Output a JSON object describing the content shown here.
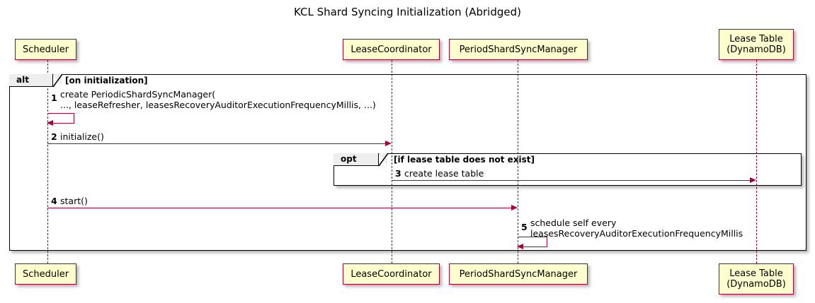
{
  "diagram": {
    "title": "KCL Shard Syncing Initialization (Abridged)",
    "type": "uml-sequence-diagram"
  },
  "participants": [
    {
      "id": "scheduler",
      "label": "Scheduler"
    },
    {
      "id": "lease_coordinator",
      "label": "LeaseCoordinator"
    },
    {
      "id": "period_shard_sync_manager",
      "label": "PeriodShardSyncManager"
    },
    {
      "id": "lease_table",
      "label": "Lease Table\n(DynamoDB)"
    }
  ],
  "frames": [
    {
      "id": "alt",
      "kind": "alt",
      "condition": "[on initialization]"
    },
    {
      "id": "opt",
      "kind": "opt",
      "condition": "[if lease table does not exist]"
    }
  ],
  "messages": [
    {
      "num": "1",
      "label": "create PeriodicShardSyncManager(\n   ..., leaseRefresher, leasesRecoveryAuditorExecutionFrequencyMillis, ...)",
      "from": "scheduler",
      "to": "scheduler",
      "self": true
    },
    {
      "num": "2",
      "label": "initialize()",
      "from": "scheduler",
      "to": "lease_coordinator",
      "self": false
    },
    {
      "num": "3",
      "label": "create lease table",
      "from": "lease_coordinator",
      "to": "lease_table",
      "self": false
    },
    {
      "num": "4",
      "label": "start()",
      "from": "scheduler",
      "to": "period_shard_sync_manager",
      "self": false
    },
    {
      "num": "5",
      "label": "schedule self every\n   leasesRecoveryAuditorExecutionFrequencyMillis",
      "from": "period_shard_sync_manager",
      "to": "period_shard_sync_manager",
      "self": true
    }
  ],
  "colors": {
    "participant_fill": "#FEFECE",
    "participant_border": "#A80036",
    "arrow": "#A80036",
    "frame_border": "#000000",
    "frame_tab_fill": "#EEEEEE",
    "background": "#FFFFFF"
  }
}
